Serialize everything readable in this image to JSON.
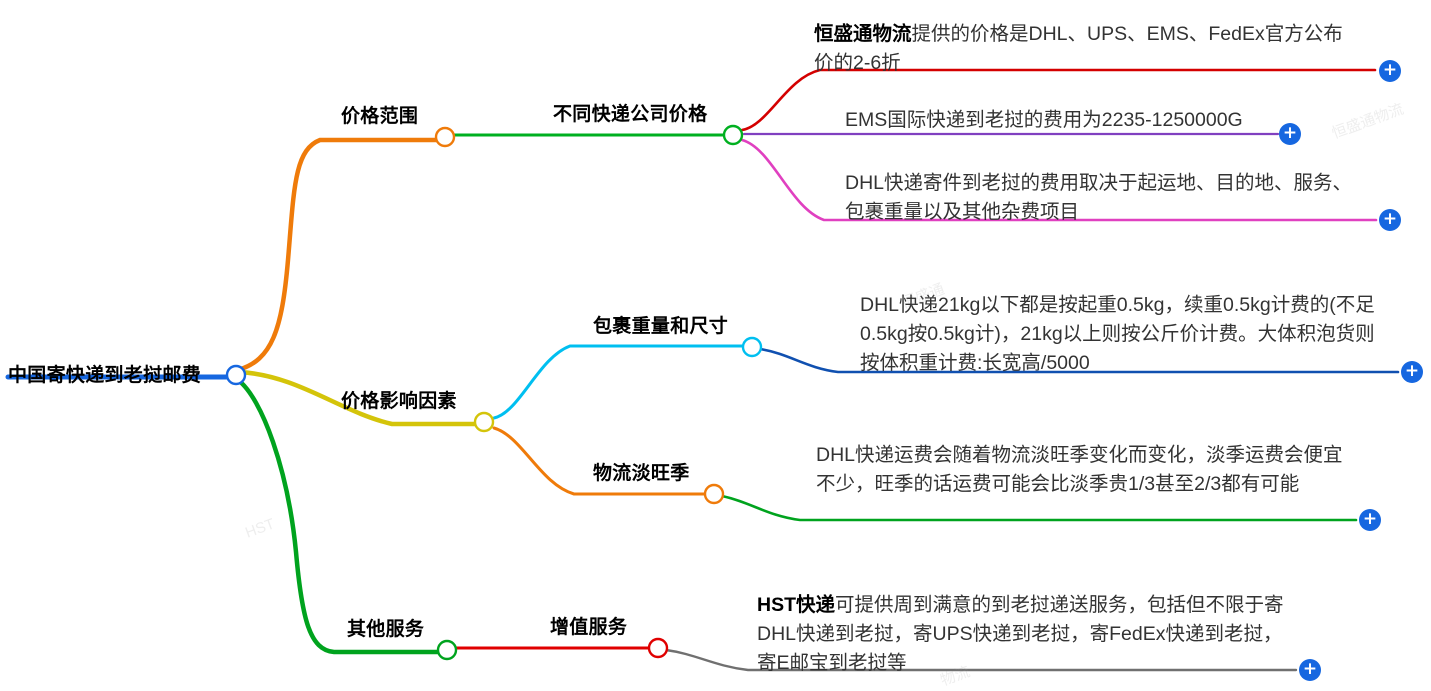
{
  "title": "中国寄快递到老挝邮费 思维导图",
  "colors": {
    "root": "#1667e0",
    "branch_price_range": "#ef7b0a",
    "branch_factors": "#d4c40a",
    "branch_other": "#00a31e",
    "sub_company_price": "#00b020",
    "sub_weight_size": "#00bff0",
    "sub_season": "#ef7b0a",
    "sub_value_added": "#e00000",
    "leaf_hst_logistics": "#d40000",
    "leaf_ems": "#8040c0",
    "leaf_dhl_cost": "#e040c0",
    "leaf_dhl_weight": "#1050b0",
    "leaf_season": "#00a31e",
    "leaf_hst_service": "#707070",
    "plus_button": "#1667e0",
    "text": "#333333",
    "text_bold": "#000000"
  },
  "root": {
    "label": "中国寄快递到老挝邮费"
  },
  "branches": [
    {
      "id": "price-range",
      "label": "价格范围",
      "children": [
        {
          "id": "different-company-price",
          "label": "不同快递公司价格",
          "leaves": [
            {
              "id": "hst-logistics-discount",
              "bold_prefix": "恒盛通物流",
              "text": "提供的价格是DHL、UPS、EMS、FedEx官方公布价的2-6折",
              "expand_label": "+"
            },
            {
              "id": "ems-price",
              "bold_prefix": "",
              "text": "EMS国际快递到老挝的费用为2235-1250000G",
              "expand_label": "+"
            },
            {
              "id": "dhl-price-factors",
              "bold_prefix": "",
              "text": "DHL快递寄件到老挝的费用取决于起运地、目的地、服务、包裹重量以及其他杂费项目",
              "expand_label": "+"
            }
          ]
        }
      ]
    },
    {
      "id": "price-factors",
      "label": "价格影响因素",
      "children": [
        {
          "id": "package-weight-size",
          "label": "包裹重量和尺寸",
          "leaves": [
            {
              "id": "dhl-weight-rule",
              "bold_prefix": "",
              "text": "DHL快递21kg以下都是按起重0.5kg，续重0.5kg计费的(不足0.5kg按0.5kg计)，21kg以上则按公斤价计费。大体积泡货则按体积重计费:长宽高/5000",
              "expand_label": "+"
            }
          ]
        },
        {
          "id": "logistics-season",
          "label": "物流淡旺季",
          "leaves": [
            {
              "id": "season-price-change",
              "bold_prefix": "",
              "text": "DHL快递运费会随着物流淡旺季变化而变化，淡季运费会便宜不少，旺季的话运费可能会比淡季贵1/3甚至2/3都有可能",
              "expand_label": "+"
            }
          ]
        }
      ]
    },
    {
      "id": "other-services",
      "label": "其他服务",
      "children": [
        {
          "id": "value-added-services",
          "label": "增值服务",
          "leaves": [
            {
              "id": "hst-delivery-service",
              "bold_prefix": "HST快递",
              "text": "可提供周到满意的到老挝递送服务，包括但不限于寄DHL快递到老挝，寄UPS快递到老挝，寄FedEx快递到老挝，寄E邮宝到老挝等",
              "expand_label": "+"
            }
          ]
        }
      ]
    }
  ],
  "watermarks": [
    "恒盛通物流",
    "恒盛通",
    "HST",
    "物流"
  ]
}
